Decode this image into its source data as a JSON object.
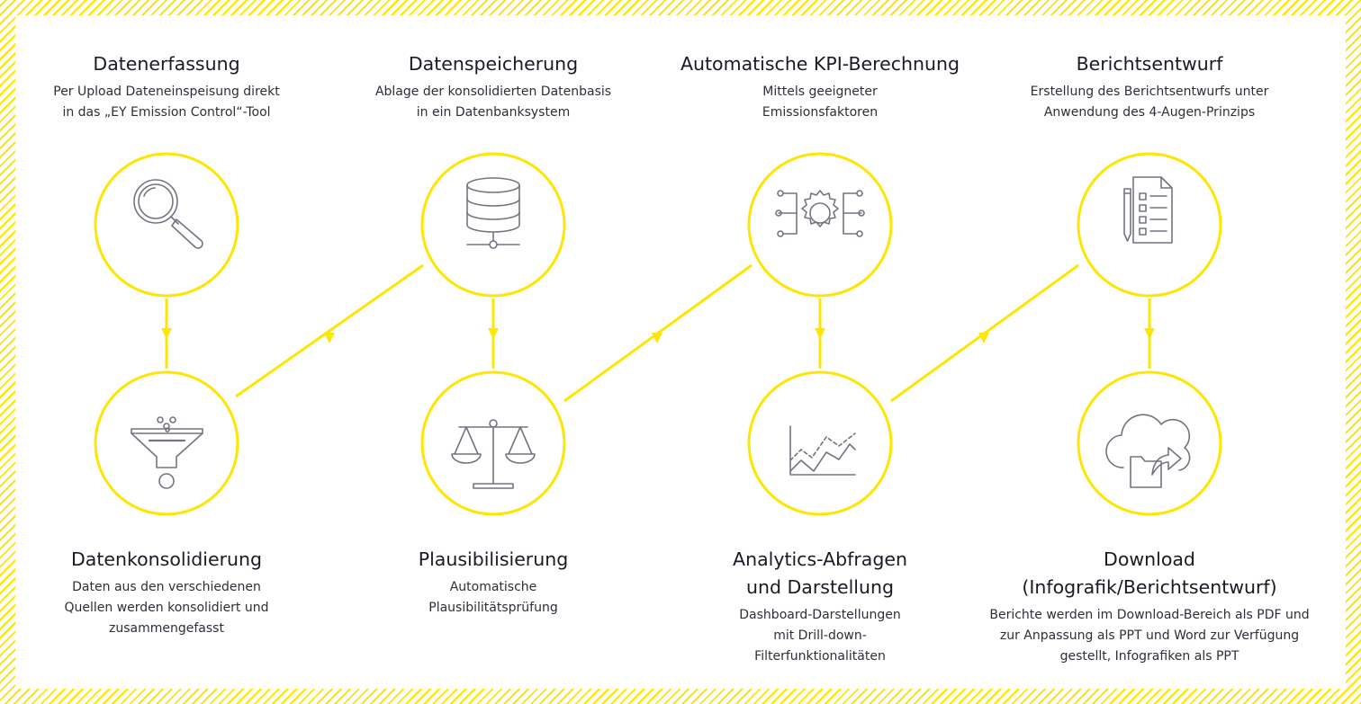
{
  "colors": {
    "accent": "#ffe600",
    "text": "#2e2e38",
    "icon": "#747480"
  },
  "steps": [
    {
      "title": "Datenerfassung",
      "desc": "Per Upload Dateneinspeisung direkt\nin das „EY Emission Control“-Tool",
      "icon": "magnifier-icon"
    },
    {
      "title": "Datenkonsolidierung",
      "desc": "Daten aus den verschiedenen\nQuellen werden konsolidiert und\nzusammengefasst",
      "icon": "funnel-icon"
    },
    {
      "title": "Datenspeicherung",
      "desc": "Ablage der konsolidierten Datenbasis\nin ein Datenbanksystem",
      "icon": "database-icon"
    },
    {
      "title": "Plausibilisierung",
      "desc": "Automatische\nPlausibilitätsprüfung",
      "icon": "scale-icon"
    },
    {
      "title": "Automatische KPI-Berechnung",
      "desc": "Mittels geeigneter\nEmissionsfaktoren",
      "icon": "gear-network-icon"
    },
    {
      "title": "Analytics-Abfragen\nund Darstellung",
      "desc": "Dashboard-Darstellungen\nmit Drill-down-\nFilterfunktionalitäten",
      "icon": "line-chart-icon"
    },
    {
      "title": "Berichtsentwurf",
      "desc": "Erstellung des Berichtsentwurfs unter\nAnwendung des 4-Augen-Prinzips",
      "icon": "checklist-icon"
    },
    {
      "title": "Download\n(Infografik/Berichtsentwurf)",
      "desc": "Berichte werden im Download-Bereich als PDF und\nzur Anpassung als PPT und Word zur Verfügung\ngestellt, Infografiken als PPT",
      "icon": "cloud-download-icon"
    }
  ]
}
